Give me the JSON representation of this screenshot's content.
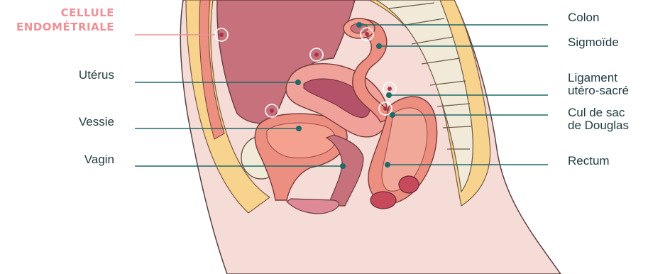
{
  "title": {
    "line1": "CELLULE",
    "line2": "ENDOMÉTRIALE"
  },
  "labels_left": {
    "uterus": "Utérus",
    "vessie": "Vessie",
    "vagin": "Vagin"
  },
  "labels_right": {
    "colon": "Colon",
    "sigmoide": "Sigmoïde",
    "ligament_line1": "Ligament",
    "ligament_line2": "utéro-sacré",
    "douglas_line1": "Cul de sac",
    "douglas_line2": "de Douglas",
    "rectum": "Rectum"
  },
  "colors": {
    "leader": "#1d6a68",
    "label_text": "#1f3a40",
    "endometrial_label": "#ef8f96",
    "skin": "#f6dcd6",
    "tissue_dark": "#c6717c",
    "tissue_mid": "#ec8e80",
    "fat_yellow": "#f7d38e",
    "bone": "#f1ead8"
  }
}
